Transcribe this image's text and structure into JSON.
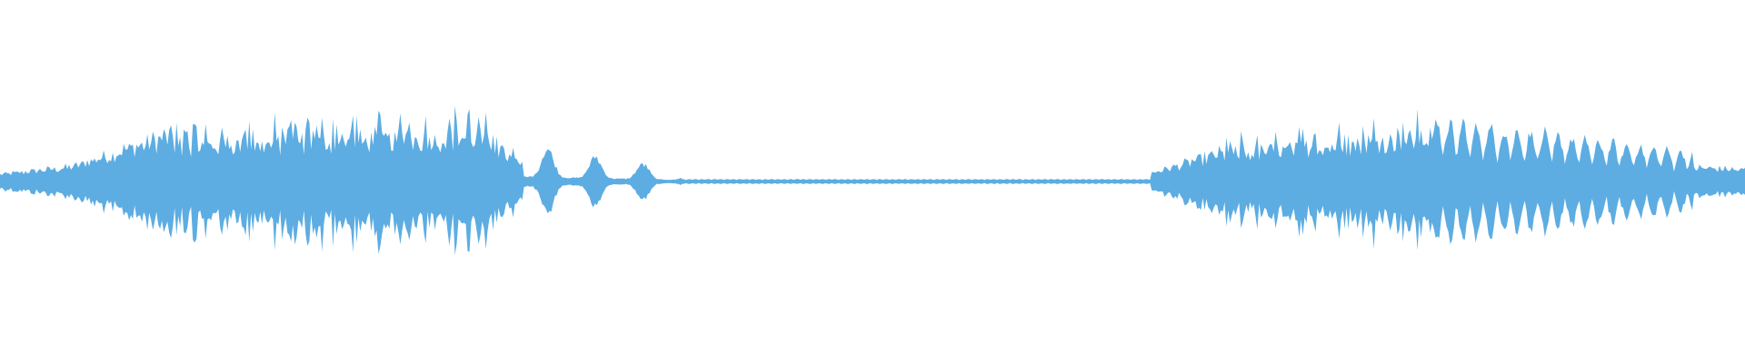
{
  "waveform": {
    "color": "#5dade2",
    "background": "#ffffff",
    "sample_count": 960,
    "segments": [
      {
        "from": 0.0,
        "to": 0.04,
        "amp_start": 0.05,
        "amp_end": 0.1,
        "pattern": "noise"
      },
      {
        "from": 0.04,
        "to": 0.1,
        "amp_start": 0.1,
        "amp_end": 0.33,
        "pattern": "noise"
      },
      {
        "from": 0.1,
        "to": 0.275,
        "amp_start": 0.33,
        "amp_end": 0.42,
        "pattern": "spiky"
      },
      {
        "from": 0.275,
        "to": 0.3,
        "amp_start": 0.42,
        "amp_end": 0.14,
        "pattern": "spiky"
      },
      {
        "from": 0.3,
        "to": 0.39,
        "amp_start": 0.12,
        "amp_end": 0.04,
        "pattern": "bursts"
      },
      {
        "from": 0.39,
        "to": 0.66,
        "amp_start": 0.015,
        "amp_end": 0.015,
        "pattern": "ripple"
      },
      {
        "from": 0.66,
        "to": 0.7,
        "amp_start": 0.06,
        "amp_end": 0.2,
        "pattern": "noise"
      },
      {
        "from": 0.7,
        "to": 0.82,
        "amp_start": 0.25,
        "amp_end": 0.42,
        "pattern": "spiky"
      },
      {
        "from": 0.82,
        "to": 0.97,
        "amp_start": 0.38,
        "amp_end": 0.18,
        "pattern": "pulses"
      },
      {
        "from": 0.97,
        "to": 1.0,
        "amp_start": 0.1,
        "amp_end": 0.08,
        "pattern": "noise"
      }
    ]
  }
}
